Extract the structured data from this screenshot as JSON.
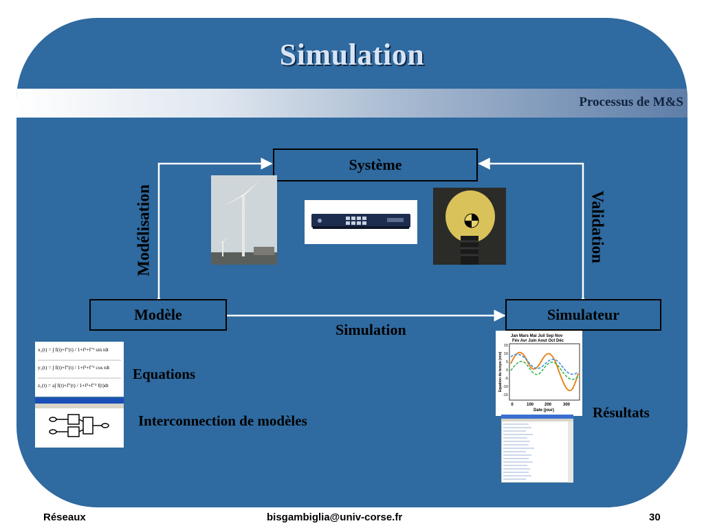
{
  "slide": {
    "title": "Simulation",
    "subtitle": "Processus de M&S"
  },
  "diagram": {
    "systeme": "Système",
    "modele": "Modèle",
    "simulateur": "Simulateur",
    "edge_left": "Modélisation",
    "edge_right": "Validation",
    "edge_bottom": "Simulation"
  },
  "items": {
    "equations": "Equations",
    "interconnection": "Interconnection de modèles",
    "resultats": "Résultats"
  },
  "results_chart": {
    "months_top": "Jan  Mars  Mai  Juil  Sep  Nov",
    "months_bottom": "Fév  Avr  Juin  Aout  Oct  Déc",
    "ylabel": "Equation du temps (min)",
    "xlabel": "Date (jour)",
    "y_ticks": [
      "15",
      "10",
      "5",
      "0",
      "-5",
      "-10",
      "-15"
    ],
    "x_ticks": [
      "0",
      "100",
      "200",
      "300"
    ],
    "colors": {
      "solid": "#e8861f",
      "dash_blue": "#3a8fd8",
      "dash_green": "#36b84a"
    }
  },
  "footer": {
    "left": "Réseaux",
    "center": "bisgambiglia@univ-corse.fr",
    "right": "30"
  },
  "colors": {
    "slide": "#2f6aa0",
    "title": "#d8e4f4"
  }
}
